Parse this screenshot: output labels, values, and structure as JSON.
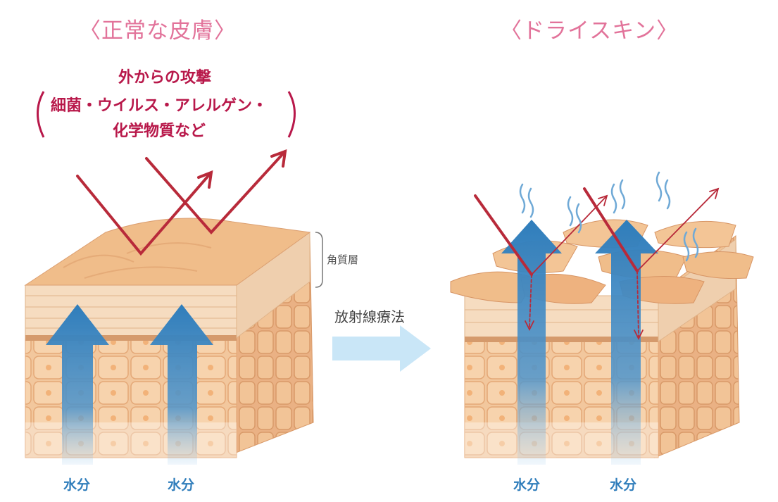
{
  "titles": {
    "normal": "〈正常な皮膚〉",
    "dry": "〈ドライスキン〉"
  },
  "attack": {
    "line1": "外からの攻撃",
    "line2": "細菌・ウイルス・アレルゲン・",
    "line3": "化学物質など"
  },
  "labels": {
    "stratum_corneum": "角質層",
    "therapy": "放射線療法",
    "water": "水分"
  },
  "colors": {
    "title_pink": "#e2739a",
    "attack_red": "#b8184a",
    "water_blue": "#2f7dbb",
    "skin": "#f3c596",
    "arrow_light_blue": "#c9e6f7"
  },
  "icons": [
    "attack-arrow-icon",
    "water-arrow-icon",
    "steam-icon",
    "process-arrow-icon"
  ]
}
